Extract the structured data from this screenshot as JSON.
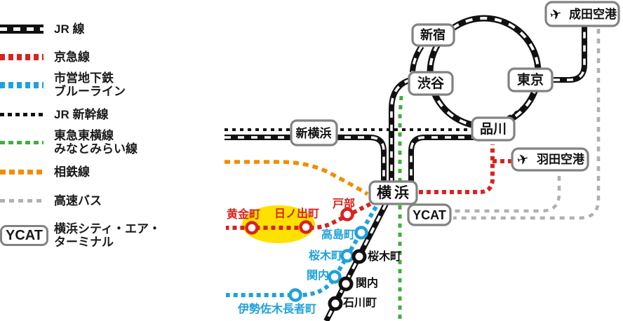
{
  "colors": {
    "jr": "#111111",
    "keikyu": "#d8231f",
    "subway": "#1fa1dc",
    "toyoko": "#3faf3c",
    "sotetsu": "#f18d00",
    "bus": "#b0b0b0",
    "box_border": "#828282",
    "highlight": "#ffe100"
  },
  "legend": {
    "items": [
      {
        "label": "JR 線"
      },
      {
        "label": "京急線"
      },
      {
        "label": "市営地下鉄",
        "label2": "ブルーライン"
      },
      {
        "label": "JR 新幹線"
      },
      {
        "label": "東急東横線",
        "label2": "みなとみらい線"
      },
      {
        "label": "相鉄線"
      },
      {
        "label": "高速バス"
      },
      {
        "badge": "YCAT",
        "label": "横浜シティ・エア・",
        "label2": "ターミナル"
      }
    ]
  },
  "map": {
    "airplane_icon": "✈",
    "stations": {
      "narita": "成田空港",
      "haneda": "羽田空港",
      "shinjuku": "新宿",
      "shibuya": "渋谷",
      "tokyo": "東京",
      "shinagawa": "品川",
      "shin_yokohama": "新横浜",
      "yokohama": "横浜",
      "ycat": "YCAT",
      "tobe": "戸部",
      "koganecho": "黄金町",
      "hinodecho": "日ノ出町",
      "takashimacho": "高島町",
      "sakuragicho_subway": "桜木町",
      "kannai_subway": "関内",
      "isezakichojamachi": "伊勢佐木長者町",
      "sakuragicho_jr": "桜木町",
      "kannai_jr": "関内",
      "ishikawacho": "石川町"
    }
  }
}
